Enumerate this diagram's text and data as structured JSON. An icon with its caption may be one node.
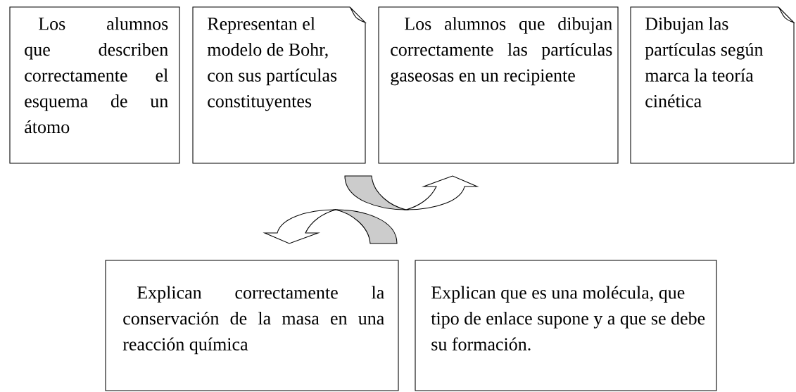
{
  "diagram": {
    "nodes": [
      {
        "text": [
          "Los alumnos que describen correctamente el esquema de un átomo"
        ]
      },
      {
        "text": [
          "Representan el modelo de Bohr, con sus partículas constituyentes"
        ]
      },
      {
        "text": [
          "Los alumnos que dibujan correctamente las partículas gaseosas en un recipiente"
        ]
      },
      {
        "text": [
          "Dibujan las partículas según marca la teoría cinética"
        ]
      },
      {
        "text": [
          "Explican correctamente la conservación de la masa en una reacción química"
        ]
      },
      {
        "text": [
          "Explican que es una molécula, que tipo de enlace supone y a que se debe su formación."
        ]
      }
    ]
  }
}
